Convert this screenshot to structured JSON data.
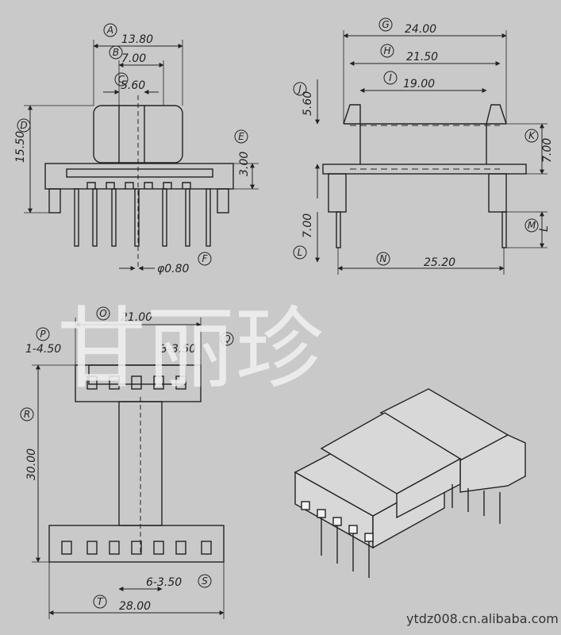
{
  "watermark": "甘丽珍",
  "footer_url": "ytdz008.cn.alibaba.com",
  "dimensions": [
    {
      "id": "A",
      "label": "A",
      "value": "13.80"
    },
    {
      "id": "B",
      "label": "B",
      "value": "7.00"
    },
    {
      "id": "C",
      "label": "C",
      "value": "5.60"
    },
    {
      "id": "D",
      "label": "D",
      "value": "15.50"
    },
    {
      "id": "E",
      "label": "E",
      "value": "3.00"
    },
    {
      "id": "F",
      "label": "F",
      "value": "φ0.80"
    },
    {
      "id": "G",
      "label": "G",
      "value": "24.00"
    },
    {
      "id": "H",
      "label": "H",
      "value": "21.50"
    },
    {
      "id": "I",
      "label": "I",
      "value": "19.00"
    },
    {
      "id": "J",
      "label": "J",
      "value": "5.60"
    },
    {
      "id": "K",
      "label": "K",
      "value": "7.00"
    },
    {
      "id": "L",
      "label": "L",
      "value": "7.00"
    },
    {
      "id": "M",
      "label": "M",
      "value": "L"
    },
    {
      "id": "N",
      "label": "N",
      "value": "25.20"
    },
    {
      "id": "O",
      "label": "O",
      "value": "21.00"
    },
    {
      "id": "P",
      "label": "P",
      "value": "1-4.50"
    },
    {
      "id": "Q",
      "label": "Q",
      "value": "3-3.50"
    },
    {
      "id": "R",
      "label": "R",
      "value": "30.00"
    },
    {
      "id": "S",
      "label": "S",
      "value": "6-3.50"
    },
    {
      "id": "T",
      "label": "T",
      "value": "28.00"
    }
  ]
}
